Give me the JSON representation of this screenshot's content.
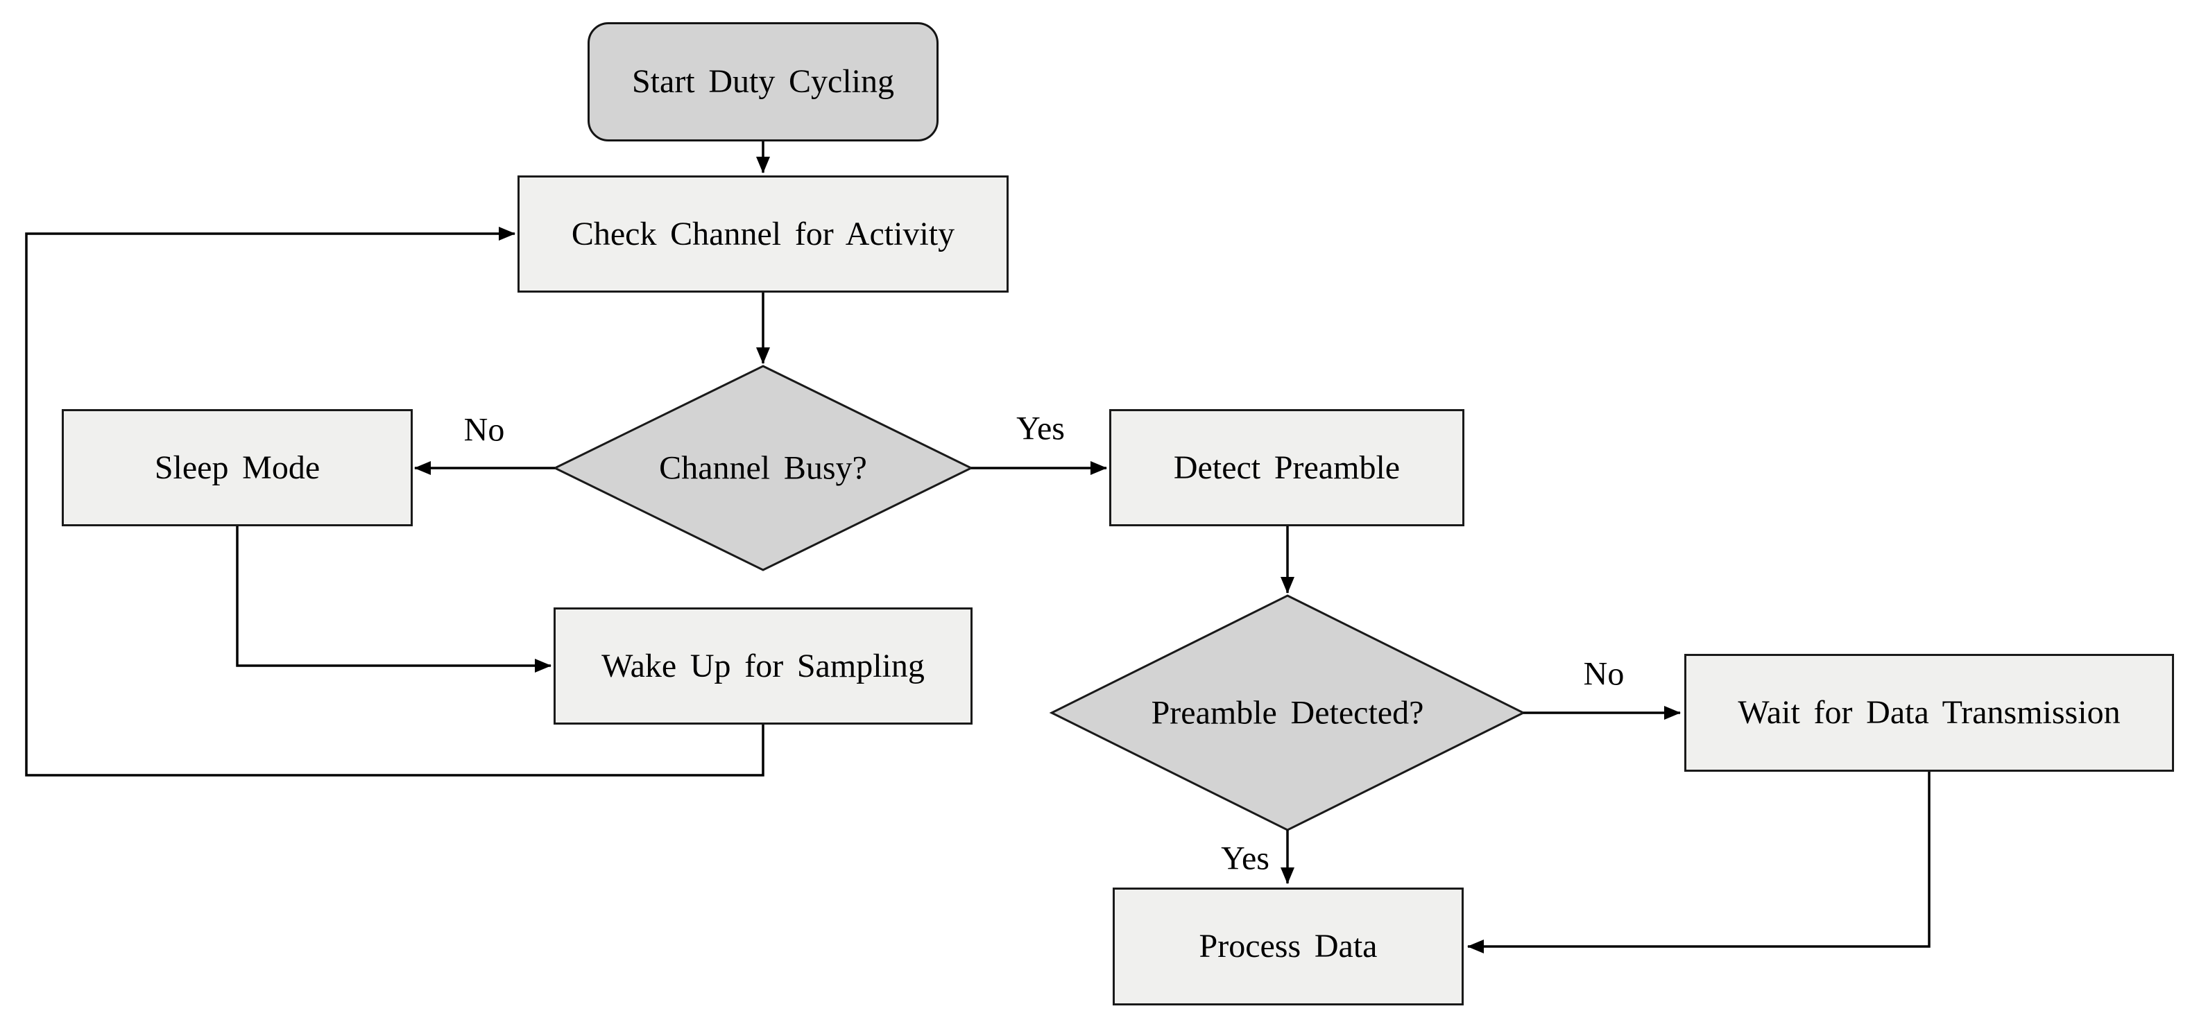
{
  "diagram": {
    "type": "flowchart",
    "nodes": {
      "start": {
        "label": "Start Duty Cycling",
        "shape": "rounded-rect"
      },
      "check_channel": {
        "label": "Check Channel for Activity",
        "shape": "rect"
      },
      "channel_busy": {
        "label": "Channel Busy?",
        "shape": "diamond"
      },
      "sleep_mode": {
        "label": "Sleep Mode",
        "shape": "rect"
      },
      "detect_preamble": {
        "label": "Detect Preamble",
        "shape": "rect"
      },
      "wake_up": {
        "label": "Wake Up for Sampling",
        "shape": "rect"
      },
      "preamble_detected": {
        "label": "Preamble Detected?",
        "shape": "diamond"
      },
      "wait_data": {
        "label": "Wait for Data Transmission",
        "shape": "rect"
      },
      "process_data": {
        "label": "Process Data",
        "shape": "rect"
      }
    },
    "edge_labels": {
      "channel_busy_no": "No",
      "channel_busy_yes": "Yes",
      "preamble_detected_no": "No",
      "preamble_detected_yes": "Yes"
    },
    "edges": [
      {
        "from": "start",
        "to": "check_channel"
      },
      {
        "from": "check_channel",
        "to": "channel_busy"
      },
      {
        "from": "channel_busy",
        "to": "sleep_mode",
        "label": "No"
      },
      {
        "from": "channel_busy",
        "to": "detect_preamble",
        "label": "Yes"
      },
      {
        "from": "sleep_mode",
        "to": "wake_up"
      },
      {
        "from": "wake_up",
        "to": "check_channel"
      },
      {
        "from": "detect_preamble",
        "to": "preamble_detected"
      },
      {
        "from": "preamble_detected",
        "to": "wait_data",
        "label": "No"
      },
      {
        "from": "preamble_detected",
        "to": "process_data",
        "label": "Yes"
      },
      {
        "from": "wait_data",
        "to": "process_data"
      }
    ],
    "colors": {
      "terminal_fill": "#d3d3d3",
      "decision_fill": "#d3d3d3",
      "process_fill": "#f0f0ee",
      "node_border": "#1a1a1a",
      "connector": "#000000",
      "text": "#000000",
      "background": "#ffffff"
    }
  }
}
